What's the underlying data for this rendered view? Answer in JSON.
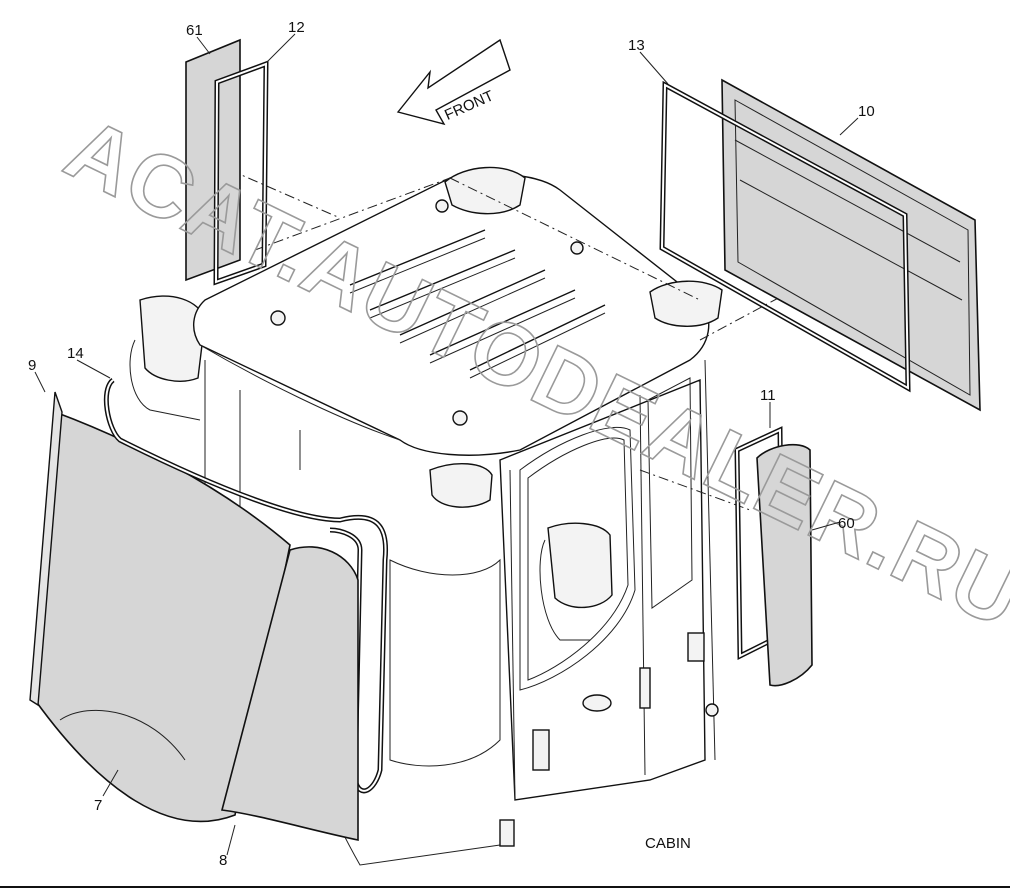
{
  "diagram": {
    "caption": "CABIN",
    "direction_label": "FRONT",
    "watermark": "ACAT.AUTODEALER.RU",
    "callouts": [
      {
        "id": "c61",
        "text": "61"
      },
      {
        "id": "c12",
        "text": "12"
      },
      {
        "id": "c13",
        "text": "13"
      },
      {
        "id": "c10",
        "text": "10"
      },
      {
        "id": "c9",
        "text": "9"
      },
      {
        "id": "c14",
        "text": "14"
      },
      {
        "id": "c11",
        "text": "11"
      },
      {
        "id": "c60",
        "text": "60"
      },
      {
        "id": "c7",
        "text": "7"
      },
      {
        "id": "c8",
        "text": "8"
      }
    ]
  }
}
